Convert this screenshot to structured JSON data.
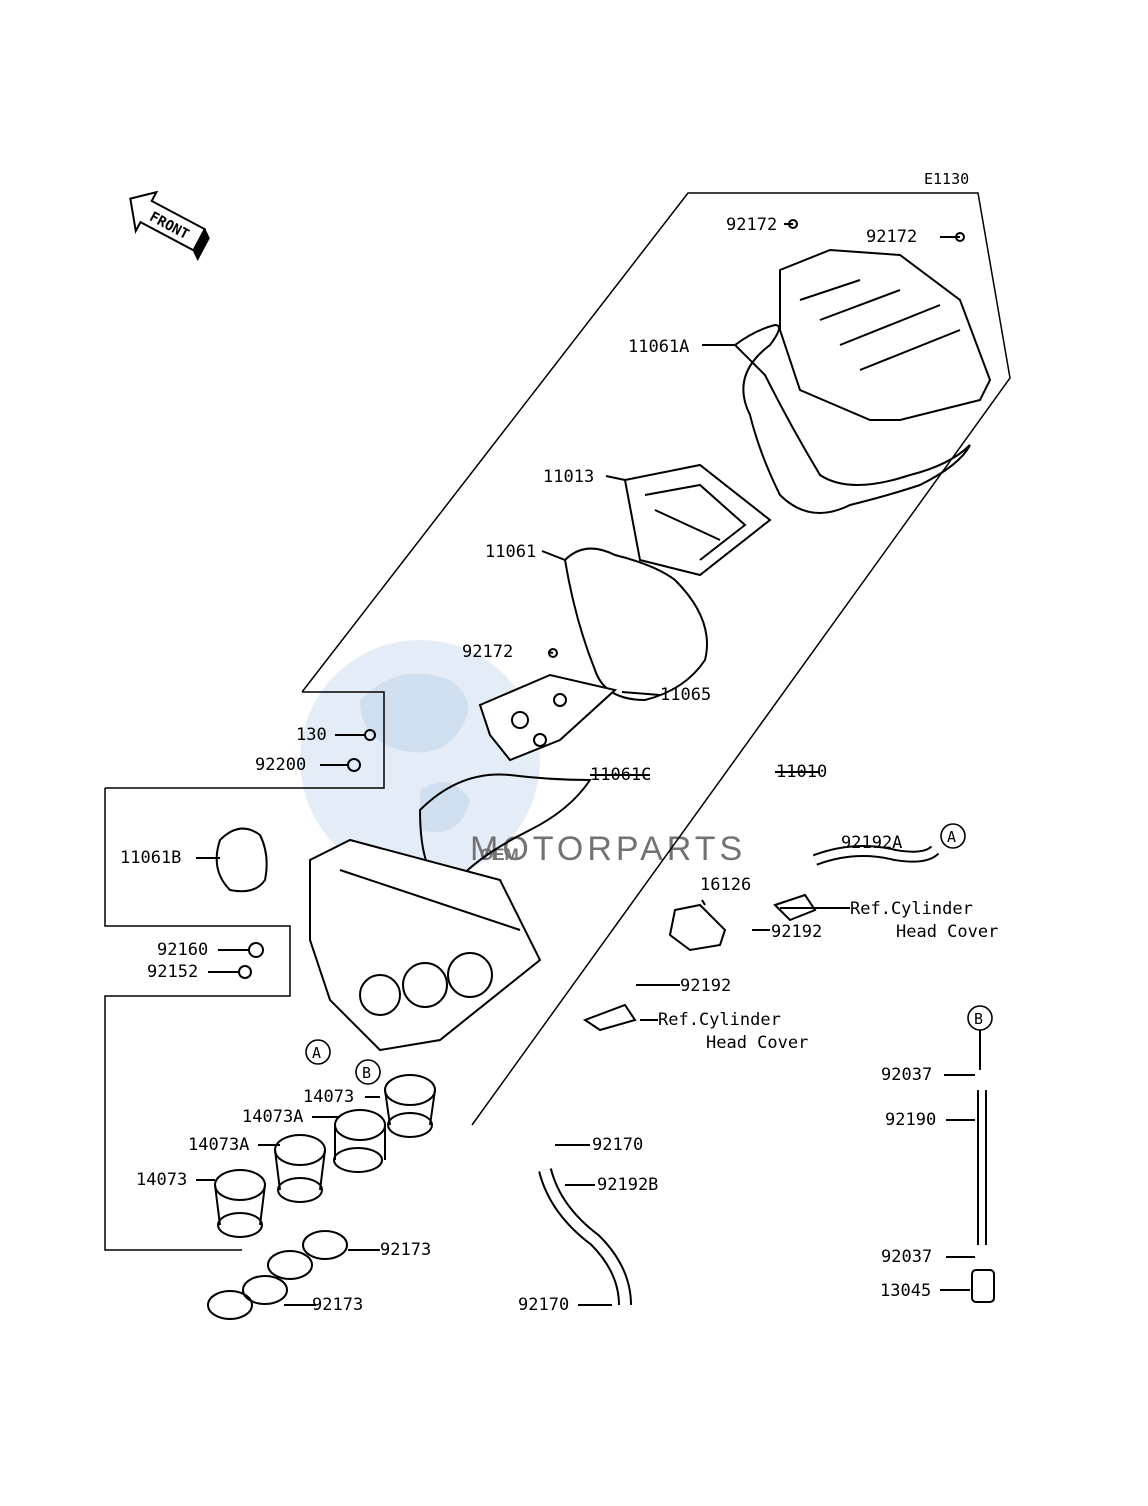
{
  "diagram": {
    "code": "E1130",
    "front_label": "FRONT",
    "watermark": {
      "brand": "OEM",
      "tagline": "MOTORPARTS",
      "color_blue": "#a9c6e3",
      "color_grey": "#c8c8c8"
    },
    "callouts": {
      "c_a_top": "A",
      "c_a_bottom": "A",
      "c_b_top": "B",
      "c_b_bottom": "B"
    },
    "parts": {
      "p_92172_a": "92172",
      "p_92172_b": "92172",
      "p_92172_c": "92172",
      "p_11061a": "11061A",
      "p_11013": "11013",
      "p_11061": "11061",
      "p_11065": "11065",
      "p_130": "130",
      "p_92200": "92200",
      "p_11061c": "11061C",
      "p_11010": "11010",
      "p_11061b": "11061B",
      "p_92160": "92160",
      "p_92152": "92152",
      "p_92192a": "92192A",
      "p_16126": "16126",
      "p_92192_a": "92192",
      "p_92192_b": "92192",
      "p_ref_cyl_1": "Ref.Cylinder",
      "p_ref_head_1": "Head Cover",
      "p_ref_cyl_2": "Ref.Cylinder",
      "p_ref_head_2": "Head Cover",
      "p_14073_a": "14073",
      "p_14073a_a": "14073A",
      "p_14073a_b": "14073A",
      "p_14073_b": "14073",
      "p_92170_a": "92170",
      "p_92192b": "92192B",
      "p_92170_b": "92170",
      "p_92173_a": "92173",
      "p_92173_b": "92173",
      "p_92037_a": "92037",
      "p_92190": "92190",
      "p_92037_b": "92037",
      "p_13045": "13045"
    }
  }
}
